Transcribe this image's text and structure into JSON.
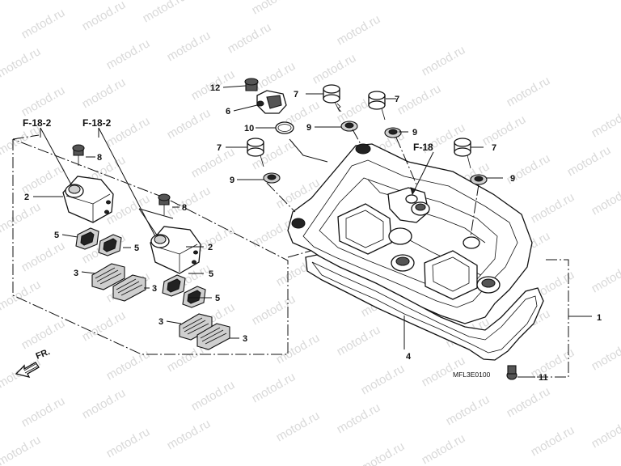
{
  "watermark": {
    "text": "motod.ru"
  },
  "callouts": {
    "n1": "1",
    "n2a": "2",
    "n2b": "2",
    "n3a": "3",
    "n3b": "3",
    "n3c": "3",
    "n3d": "3",
    "n4": "4",
    "n5a": "5",
    "n5b": "5",
    "n5c": "5",
    "n5d": "5",
    "n6": "6",
    "n7a": "7",
    "n7b": "7",
    "n7c": "7",
    "n7d": "7",
    "n8a": "8",
    "n8b": "8",
    "n9a": "9",
    "n9b": "9",
    "n9c": "9",
    "n9d": "9",
    "n10": "10",
    "n11": "11",
    "n12": "12"
  },
  "references": {
    "f18_2_left": "F-18-2",
    "f18_2_right": "F-18-2",
    "f18": "F-18"
  },
  "direction_label": "FR.",
  "diagram_code": "MFL3E0100"
}
